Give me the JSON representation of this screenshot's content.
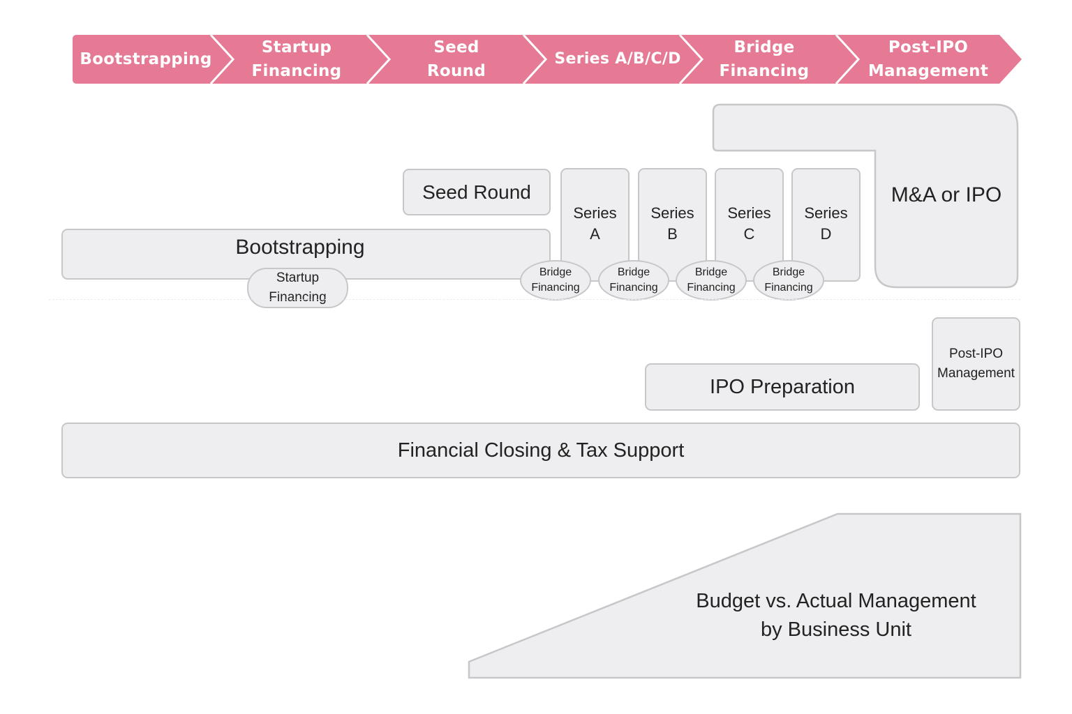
{
  "colors": {
    "chevron_fill": "#e67a95",
    "chevron_divider": "#ffffff",
    "box_fill": "#eeedef",
    "box_border": "#c8c6c9",
    "text": "#222222"
  },
  "stages": [
    {
      "label": "Bootstrapping"
    },
    {
      "label": "Startup\nFinancing"
    },
    {
      "label": "Seed\nRound"
    },
    {
      "label": "Series A/B/C/D"
    },
    {
      "label": "Bridge\nFinancing"
    },
    {
      "label": "Post-IPO\nManagement"
    }
  ],
  "blocks": {
    "seed_round": "Seed Round",
    "bootstrapping": "Bootstrapping",
    "startup_financing": "Startup\nFinancing",
    "series": [
      {
        "label": "Series\nA"
      },
      {
        "label": "Series\nB"
      },
      {
        "label": "Series\nC"
      },
      {
        "label": "Series\nD"
      }
    ],
    "bridge_financing": [
      {
        "label": "Bridge\nFinancing"
      },
      {
        "label": "Bridge\nFinancing"
      },
      {
        "label": "Bridge\nFinancing"
      },
      {
        "label": "Bridge\nFinancing"
      }
    ],
    "ma_or_ipo": "M&A or IPO",
    "ipo_preparation": "IPO Preparation",
    "post_ipo_management": "Post-IPO\nManagement",
    "financial_closing": "Financial Closing & Tax Support",
    "budget_vs_actual": "Budget vs. Actual Management\nby Business Unit"
  }
}
